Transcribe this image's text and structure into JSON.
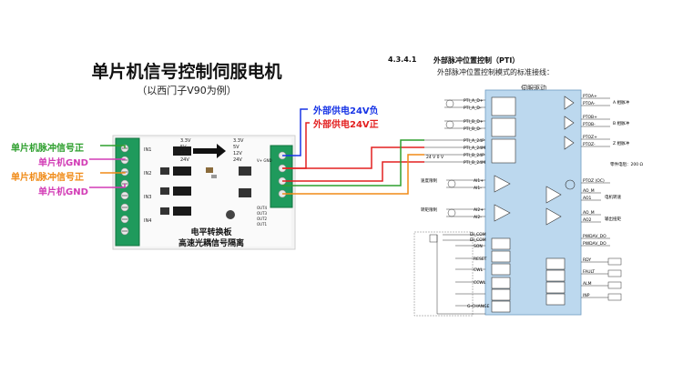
{
  "title": "单片机信号控制伺服电机",
  "subtitle": "（以西门子V90为例）",
  "left_labels": {
    "pulse_pos_1": "单片机脉冲信号正",
    "gnd_1": "单片机GND",
    "pulse_pos_2": "单片机脉冲信号正",
    "gnd_2": "单片机GND"
  },
  "ext_labels": {
    "v24_neg": "外部供电24V负",
    "v24_pos": "外部供电24V正"
  },
  "board": {
    "voltages": [
      "3.3V",
      "5V",
      "12V",
      "24V"
    ],
    "voltages_right": [
      "3.3V",
      "5V",
      "12V",
      "24V"
    ],
    "bottom_line1": "电平转换板",
    "bottom_line2": "高速光耦信号隔离",
    "out_labels": [
      "OUT4",
      "OUT3",
      "OUT2",
      "OUT1"
    ],
    "in_labels": [
      "IN1",
      "IN2",
      "IN3",
      "IN4"
    ],
    "power_label": "V+ GND"
  },
  "manual": {
    "section_number": "4.3.4.1",
    "section_title": "外部脉冲位置控制（PTI）",
    "section_subtitle": "外部脉冲位置控制模式的标准接线：",
    "drive_label": "伺服驱动",
    "right_pins": [
      "PTOA+",
      "PTOA-",
      "PTOB+",
      "PTOB-",
      "PTOZ+",
      "PTOZ-",
      "PTOZ (OC)",
      "AO_M",
      "AO1",
      "AO_M",
      "AO2",
      "PWDAV_DO",
      "PWDAV_DO",
      "RDY",
      "FAULT",
      "ALM",
      "INP"
    ],
    "right_notes": [
      "A 相脉冲",
      "B 相脉冲",
      "Z 相脉冲",
      "零件电阻：200 Ω",
      "电机转速",
      "输出扭矩"
    ],
    "left_pins": [
      "PTI_A_D+",
      "PTI_A_D-",
      "PTI_B_D+",
      "PTI_B_D-",
      "PTI_A_24P",
      "PTI_A_24M",
      "PTI_B_24P",
      "PTI_B_24M",
      "AI1+",
      "AI1-",
      "AI2+",
      "AI2-",
      "DI_COM",
      "DI_COM",
      "SON",
      "RESET",
      "CWL",
      "CCWL",
      "G-CHANGE"
    ],
    "left_notes": [
      "速度限制",
      "转矩限制"
    ],
    "fuse_note": "24 V 0 V"
  }
}
